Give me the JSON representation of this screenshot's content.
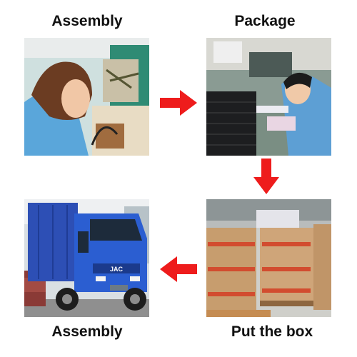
{
  "steps": [
    {
      "label": "Assembly",
      "image": "worker-soldering-photo"
    },
    {
      "label": "Package",
      "image": "worker-packing-trays-photo"
    },
    {
      "label": "Put the box",
      "image": "stacked-boxes-pallets-photo"
    },
    {
      "label": "Assembly",
      "image": "blue-delivery-truck-photo"
    }
  ],
  "truck_brand": "JAC",
  "arrow_color": "#ee1c1c",
  "icons": {
    "right": "arrow-right-icon",
    "down": "arrow-down-icon",
    "left": "arrow-left-icon"
  }
}
